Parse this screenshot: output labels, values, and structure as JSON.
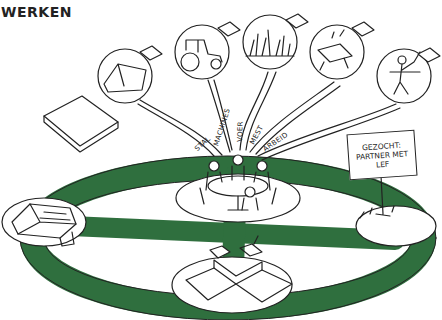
{
  "diagram": {
    "title": "WERKEN",
    "nodes": [
      {
        "text": [
          "GEZOCHT: PARTNER MET LEF"
        ]
      }
    ],
    "labels": [
      "STAL",
      "MACHINES",
      "VOER",
      "MEST",
      "ARBEID"
    ]
  }
}
